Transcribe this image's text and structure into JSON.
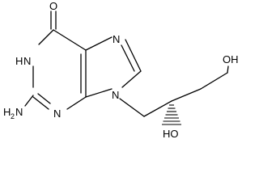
{
  "structure": {
    "atom_labels": {
      "carbonyl_o": "O",
      "n1h": "H",
      "n1": "N",
      "n7": "N",
      "n9": "N",
      "n3": "N",
      "amine_n": "H",
      "amine_sub": "2",
      "amine_suffix": "N",
      "oh_secondary": "HO",
      "oh_primary_o": "OH"
    },
    "colors": {
      "bond": "#000000",
      "text": "#000000",
      "background": "#ffffff"
    }
  }
}
